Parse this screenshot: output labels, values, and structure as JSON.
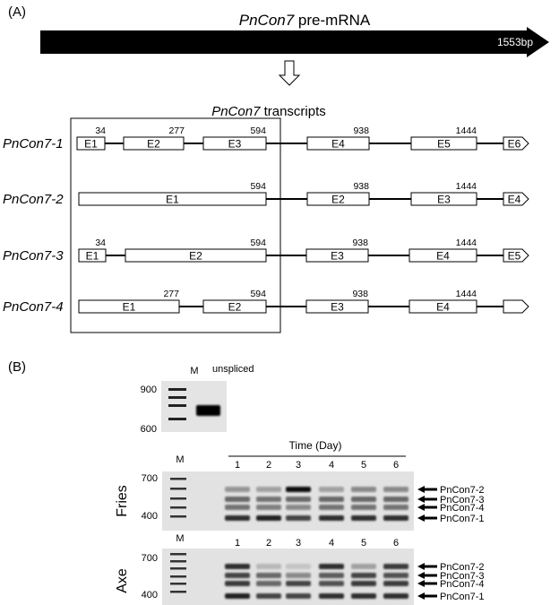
{
  "panel_a": {
    "label": "(A)",
    "premrna": {
      "name_italic": "PnCon7",
      "name_rest": " pre-mRNA",
      "length": "1553bp"
    },
    "transcripts_title_italic": "PnCon7",
    "transcripts_title_rest": " transcripts",
    "transcripts": [
      {
        "name": "PnCon7-1",
        "exons": [
          "E1",
          "E2",
          "E3",
          "E4",
          "E5",
          "E6"
        ],
        "positions": [
          "34",
          "277",
          "594",
          "938",
          "1444"
        ]
      },
      {
        "name": "PnCon7-2",
        "exons": [
          "E1",
          "E2",
          "E3",
          "E4"
        ],
        "positions": [
          "594",
          "938",
          "1444"
        ]
      },
      {
        "name": "PnCon7-3",
        "exons": [
          "E1",
          "E2",
          "E3",
          "E4",
          "E5"
        ],
        "positions": [
          "34",
          "594",
          "938",
          "1444"
        ]
      },
      {
        "name": "PnCon7-4",
        "exons": [
          "E1",
          "E2",
          "E3",
          "E4"
        ],
        "positions": [
          "277",
          "594",
          "938",
          "1444"
        ]
      }
    ]
  },
  "panel_b": {
    "label": "(B)",
    "unspliced_gel": {
      "marker": "M",
      "title": "unspliced",
      "size_labels": [
        "900",
        "600"
      ]
    },
    "time_axis": {
      "title": "Time (Day)",
      "lanes": [
        "1",
        "2",
        "3",
        "4",
        "5",
        "6"
      ]
    },
    "gels": [
      {
        "name": "Fries",
        "marker": "M",
        "size_labels": [
          "700",
          "400"
        ],
        "band_labels": [
          "PnCon7-2",
          "PnCon7-3",
          "PnCon7-4",
          "PnCon7-1"
        ],
        "band_intensity": {
          "PnCon7-2": [
            0.35,
            0.3,
            0.95,
            0.3,
            0.4,
            0.4
          ],
          "PnCon7-3": [
            0.55,
            0.5,
            0.55,
            0.55,
            0.55,
            0.55
          ],
          "PnCon7-4": [
            0.5,
            0.45,
            0.4,
            0.5,
            0.5,
            0.5
          ],
          "PnCon7-1": [
            0.8,
            0.85,
            0.7,
            0.8,
            0.8,
            0.8
          ]
        }
      },
      {
        "name": "Axe",
        "marker": "M",
        "lanes": [
          "1",
          "2",
          "3",
          "4",
          "5",
          "6"
        ],
        "size_labels": [
          "700",
          "400"
        ],
        "band_labels": [
          "PnCon7-2",
          "PnCon7-3",
          "PnCon7-4",
          "PnCon7-1"
        ],
        "band_intensity": {
          "PnCon7-2": [
            0.8,
            0.2,
            0.15,
            0.8,
            0.3,
            0.75
          ],
          "PnCon7-3": [
            0.7,
            0.55,
            0.4,
            0.6,
            0.7,
            0.65
          ],
          "PnCon7-4": [
            0.75,
            0.55,
            0.7,
            0.65,
            0.75,
            0.75
          ],
          "PnCon7-1": [
            0.85,
            0.7,
            0.7,
            0.8,
            0.8,
            0.8
          ]
        }
      }
    ]
  }
}
